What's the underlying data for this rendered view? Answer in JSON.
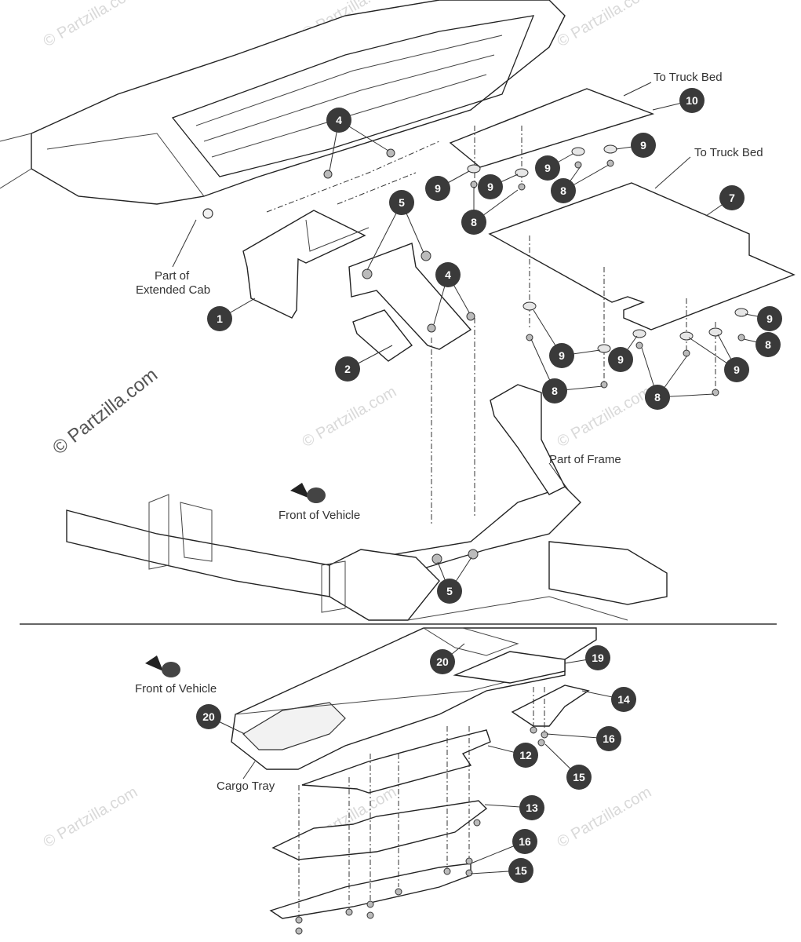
{
  "labels": {
    "to_truck_bed_1": "To Truck Bed",
    "to_truck_bed_2": "To Truck Bed",
    "part_of_cab_line1": "Part of",
    "part_of_cab_line2": "Extended Cab",
    "part_of_frame": "Part of Frame",
    "front_of_vehicle_1": "Front of Vehicle",
    "front_of_vehicle_2": "Front of Vehicle",
    "cargo_tray": "Cargo Tray"
  },
  "watermark": {
    "main": "© Partzilla.com",
    "repeat": "© Partzilla.com"
  },
  "callouts": {
    "c1": "1",
    "c2": "2",
    "c4a": "4",
    "c4b": "4",
    "c5a": "5",
    "c5b": "5",
    "c7": "7",
    "c8a": "8",
    "c8b": "8",
    "c8c": "8",
    "c8d": "8",
    "c8e": "8",
    "c9a": "9",
    "c9b": "9",
    "c9c": "9",
    "c9d": "9",
    "c9e": "9",
    "c9f": "9",
    "c9g": "9",
    "c9h": "9",
    "c10": "10",
    "c12": "12",
    "c13": "13",
    "c14": "14",
    "c15a": "15",
    "c15b": "15",
    "c16a": "16",
    "c16b": "16",
    "c19": "19",
    "c20a": "20",
    "c20b": "20"
  }
}
